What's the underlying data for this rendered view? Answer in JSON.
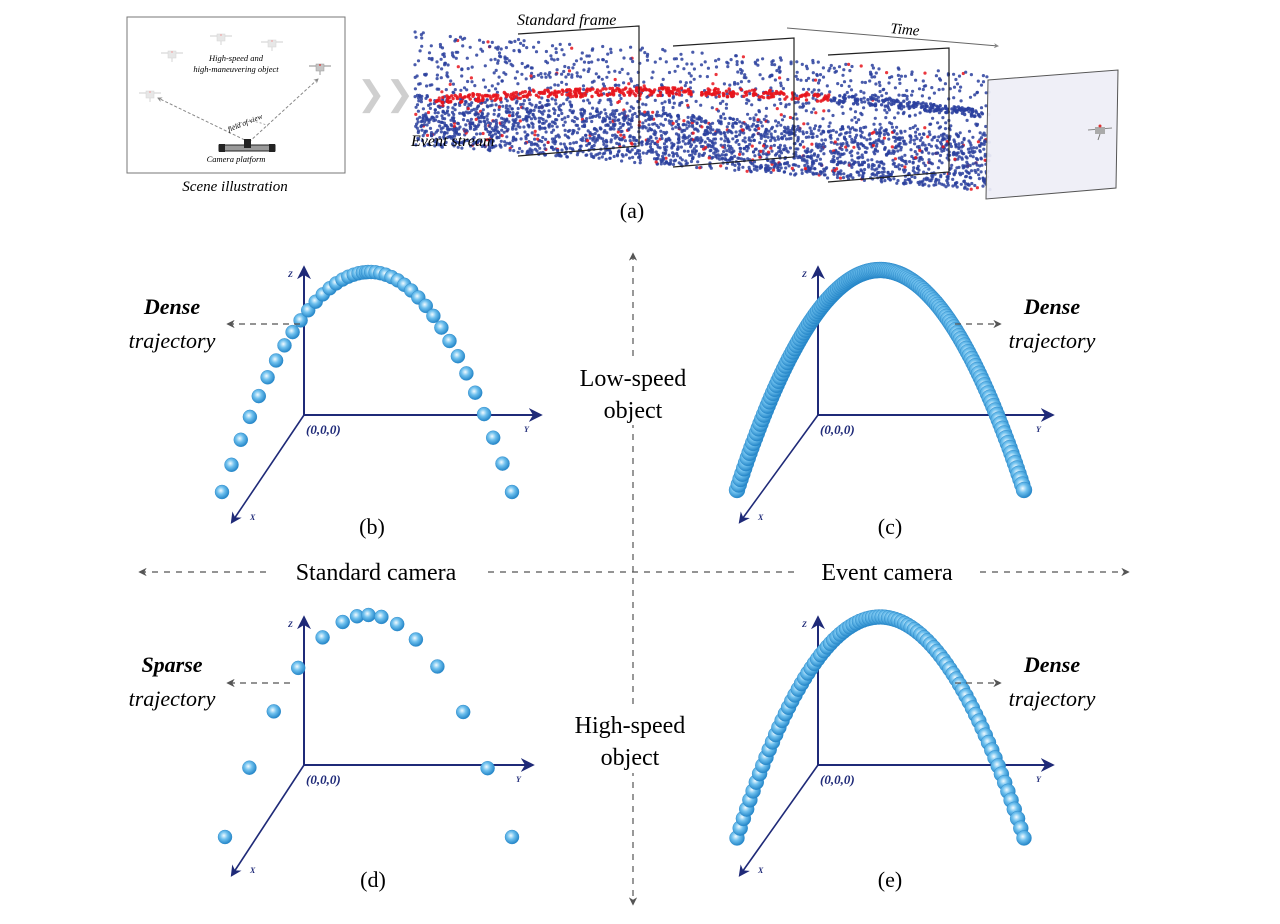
{
  "scene": {
    "object_label_line1": "High-speed and",
    "object_label_line2": "high-maneuvering object",
    "fov_label": "field of view",
    "platform_label": "Camera platform",
    "caption": "Scene illustration",
    "chevron_glyph": "❯❯"
  },
  "stream": {
    "frame_label": "Standard frame",
    "event_label": "Event stream",
    "time_label": "Time",
    "panel_caption": "(a)",
    "colors": {
      "positive": "#e8141c",
      "negative": "#2a3f9e"
    }
  },
  "axes_labels": {
    "origin": "(0,0,0)",
    "x": "X",
    "y": "Y",
    "z": "Z"
  },
  "quadrants": {
    "horizontal_left": "Standard camera",
    "horizontal_right": "Event camera",
    "vertical_top_line1": "Low-speed",
    "vertical_top_line2": "object",
    "vertical_bottom_line1": "High-speed",
    "vertical_bottom_line2": "object"
  },
  "panels": [
    {
      "id": "b",
      "caption": "(b)",
      "tag_bold": "Dense",
      "tag_text": "trajectory",
      "density": "dense",
      "points": 42
    },
    {
      "id": "c",
      "caption": "(c)",
      "tag_bold": "Dense",
      "tag_text": "trajectory",
      "density": "continuous",
      "points": 160
    },
    {
      "id": "d",
      "caption": "(d)",
      "tag_bold": "Sparse",
      "tag_text": "trajectory",
      "density": "sparse",
      "points": 15
    },
    {
      "id": "e",
      "caption": "(e)",
      "tag_bold": "Dense",
      "tag_text": "trajectory",
      "density": "dense",
      "points": 90
    }
  ],
  "colors": {
    "axis": "#1f2a78",
    "ball": "#2e95d6",
    "ball_highlight": "#e6f4fc",
    "arrow": "#555555"
  }
}
